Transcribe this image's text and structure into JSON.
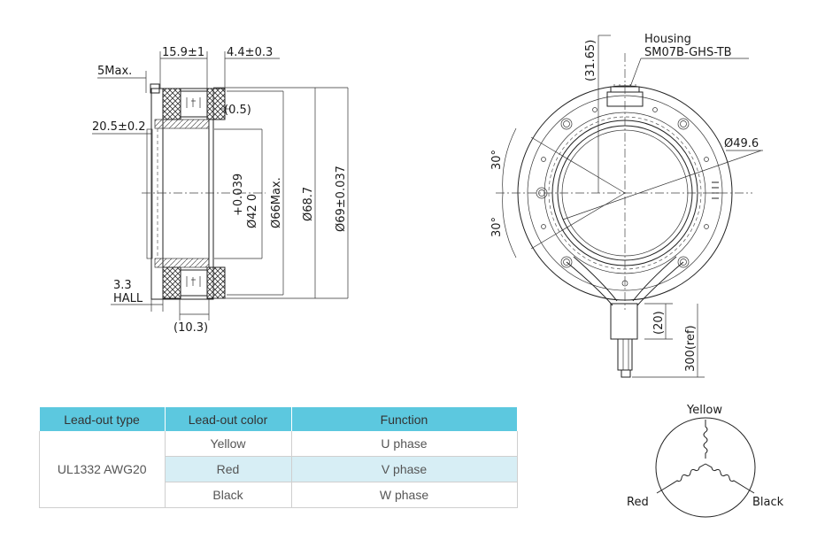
{
  "side_view": {
    "dim_15_9": "15.9±1",
    "dim_4_4": "4.4±0.3",
    "dim_5max": "5Max.",
    "dim_20_5": "20.5±0.2",
    "dim_0_5": "(0.5)",
    "dim_tol": "+0.039",
    "dim_bore": "Ø42  0",
    "dim_66": "Ø66Max.",
    "dim_68_7": "Ø68.7",
    "dim_69": "Ø69±0.037",
    "dim_3_3": "3.3",
    "dim_hall": "HALL",
    "dim_10_3": "(10.3)"
  },
  "front_view": {
    "housing": "Housing",
    "housing_part": "SM07B-GHS-TB",
    "dim_31_65": "(31.65)",
    "dim_49_6": "Ø49.6",
    "angle_top": "30°",
    "angle_bottom": "30°",
    "dim_20": "(20)",
    "dim_300": "300(ref)"
  },
  "table": {
    "headers": [
      "Lead-out type",
      "Lead-out color",
      "Function"
    ],
    "type": "UL1332 AWG20",
    "rows": [
      {
        "color": "Yellow",
        "function": "U phase"
      },
      {
        "color": "Red",
        "function": "V phase"
      },
      {
        "color": "Black",
        "function": "W phase"
      }
    ]
  },
  "wiring": {
    "yellow": "Yellow",
    "red": "Red",
    "black": "Black"
  },
  "colors": {
    "table_header": "#5cc8df",
    "table_highlight": "#d7eef5"
  }
}
